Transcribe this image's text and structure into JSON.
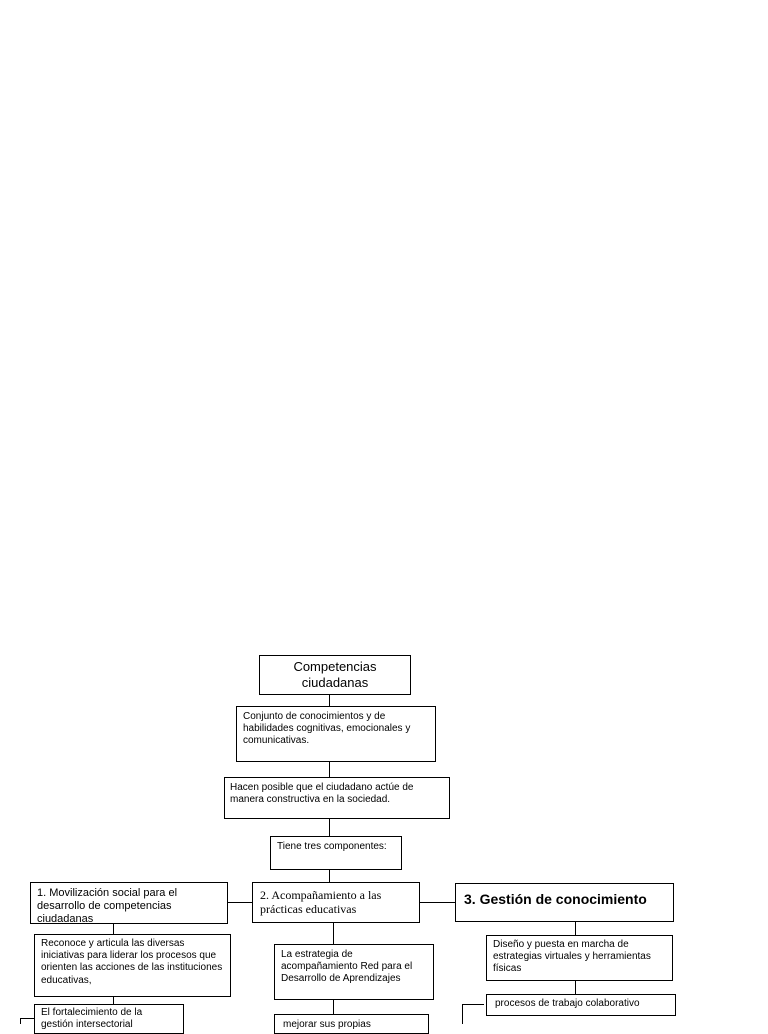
{
  "diagram": {
    "root": "Competencias ciudadanas",
    "definition": "Conjunto de conocimientos y de habilidades cognitivas, emocionales y comunicativas.",
    "purpose": "Hacen posible que el ciudadano actúe de manera constructiva en la sociedad.",
    "components_intro": "Tiene tres componentes:",
    "component_1": {
      "title": "1. Movilización social para el desarrollo de competencias ciudadanas",
      "detail": "Reconoce y articula las diversas iniciativas para liderar los procesos que orienten las acciones de las instituciones educativas,",
      "detail_2": "El fortalecimiento de la gestión intersectorial"
    },
    "component_2": {
      "title": "2. Acompañamiento a las prácticas educativas",
      "detail": "La estrategia de acompañamiento Red para el Desarrollo de Aprendizajes",
      "detail_2": "mejorar sus propias"
    },
    "component_3": {
      "title": "3. Gestión de conocimiento",
      "detail": "Diseño y puesta en marcha de estrategias virtuales y herramientas físicas",
      "detail_2": "procesos de trabajo colaborativo"
    }
  }
}
